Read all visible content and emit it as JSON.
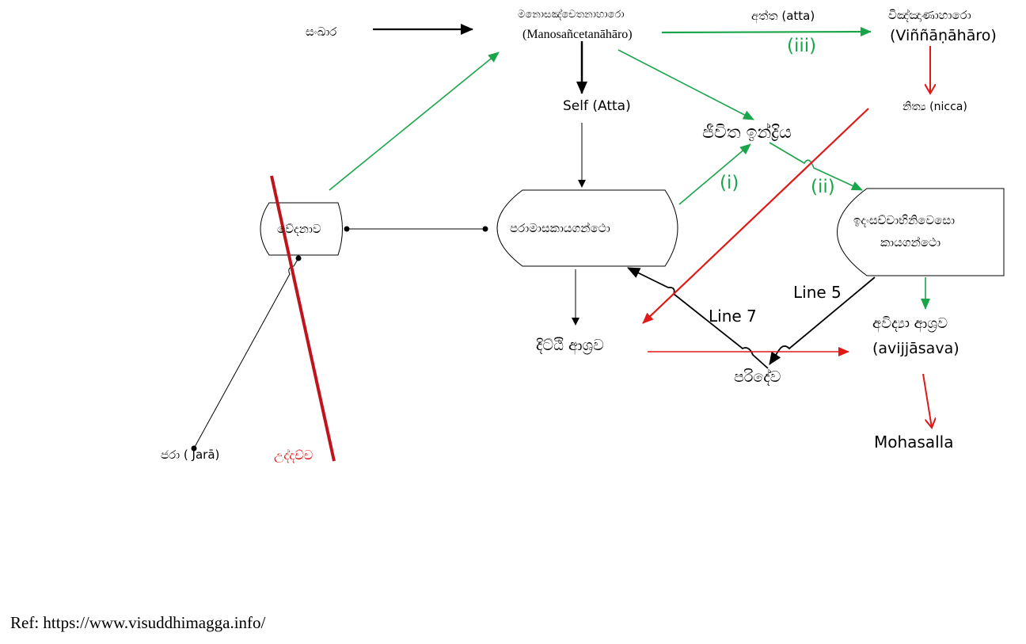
{
  "labels": {
    "sankhara": "සංඛාර",
    "manosancetana_si": "මනොසඤ්චෙතනාහාරො",
    "manosancetana_pali": "(Manosañcetanāhāro)",
    "atta_top": "අත්ත (atta)",
    "vinnana_si": "විඤ්ඤාණාහාරො",
    "vinnana_pali": "(Viññāṇāhāro)",
    "iii": "(iii)",
    "self_atta": "Self (Atta)",
    "nicca": "නිත්‍ය (nicca)",
    "jivita_indriya": "ජීවිත ඉන්ද්‍රිය",
    "vedana": "වේදනාව",
    "paramasa": "පරාමාසකායගන්ථො",
    "i": "(i)",
    "ii": "(ii)",
    "idamsacca_1": "ඉදංසච්චාභිනිවෙසො",
    "idamsacca_2": "කායගන්ථො",
    "line5": "Line 5",
    "line7": "Line 7",
    "ditthi": "දිට්ඨි ආශ්‍රව",
    "avijja_si": "අවිද්‍යා ආශ්‍රව",
    "avijja_pali": "(avijjāsava)",
    "parideva": "පරිදේව",
    "mohasalla": "Mohasalla",
    "jara": "ජරා ( Jarā)",
    "uddacca": "උද්දච්ච",
    "ref": "Ref: https://www.visuddhimagga.info/"
  },
  "colors": {
    "green": "#1aa54b",
    "red": "#e01818",
    "dark_red": "#c0141c",
    "black": "#000000"
  }
}
